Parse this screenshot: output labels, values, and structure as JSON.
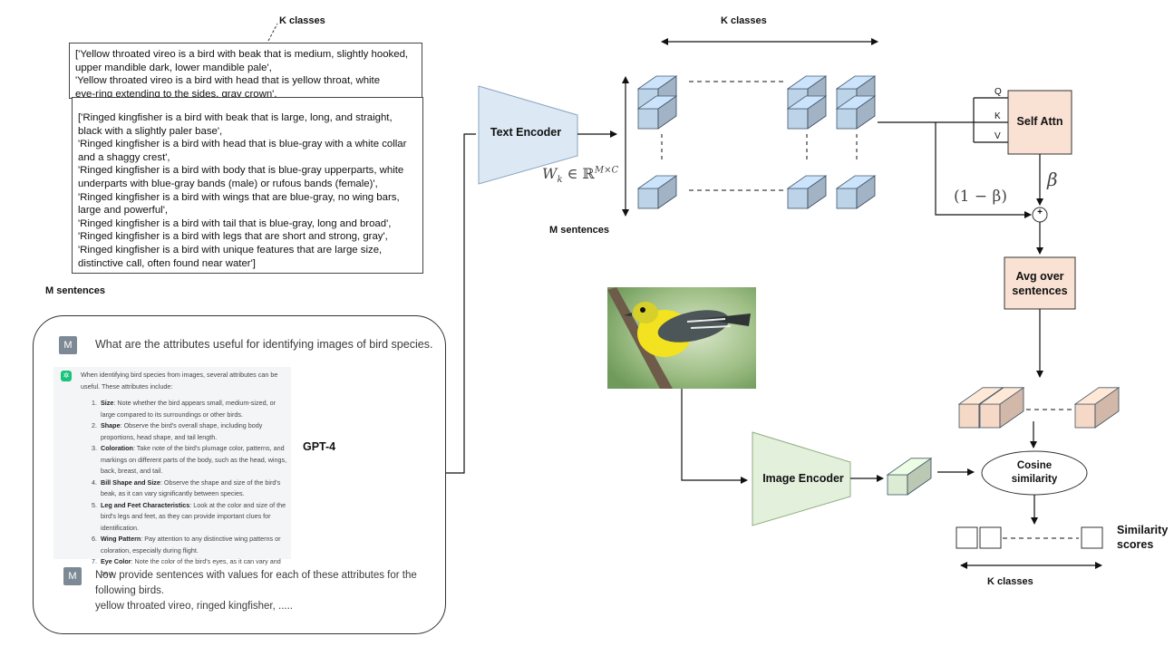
{
  "labels": {
    "k_classes_left": "K classes",
    "k_classes_top": "K classes",
    "k_classes_bottom": "K classes",
    "m_sentences_left": "M sentences",
    "m_sentences_mid": "M sentences",
    "gpt4": "GPT-4",
    "similarity_scores_1": "Similarity",
    "similarity_scores_2": "scores"
  },
  "vireo_box": {
    "lines": [
      "['Yellow throated vireo is a bird with beak that is medium, slightly hooked,",
      "upper mandible dark, lower mandible pale',",
      " 'Yellow throated vireo is a bird with head that is yellow throat, white",
      "eye-ring extending to the sides, gray crown',"
    ]
  },
  "kingfisher_box": {
    "lines": [
      "['Ringed kingfisher is a bird with beak that is large, long, and straight,",
      "black with a slightly paler base',",
      " 'Ringed kingfisher is a bird with head that is blue-gray with a white collar",
      "and a shaggy crest',",
      " 'Ringed kingfisher is a bird with body that is blue-gray upperparts, white",
      "underparts with blue-gray bands (male) or rufous bands (female)',",
      " 'Ringed kingfisher is a bird with wings that are blue-gray, no wing bars,",
      "large and powerful',",
      " 'Ringed kingfisher is a bird with tail that is blue-gray, long and broad',",
      " 'Ringed kingfisher is a bird with legs that are short and strong, gray',",
      " 'Ringed kingfisher is a bird with unique features that are large size,",
      "distinctive call, often found near water']"
    ]
  },
  "chat": {
    "avatar": "M",
    "question": "What are the attributes useful for identifying images of bird species.",
    "answer_intro": "When identifying bird species from images, several attributes can be useful. These attributes include:",
    "answer_items": [
      {
        "title": "Size",
        "text": ": Note whether the bird appears small, medium-sized, or large compared to its surroundings or other birds."
      },
      {
        "title": "Shape",
        "text": ": Observe the bird's overall shape, including body proportions, head shape, and tail length."
      },
      {
        "title": "Coloration",
        "text": ": Take note of the bird's plumage color, patterns, and markings on different parts of the body, such as the head, wings, back, breast, and tail."
      },
      {
        "title": "Bill Shape and Size",
        "text": ": Observe the shape and size of the bird's beak, as it can vary significantly between species."
      },
      {
        "title": "Leg and Feet Characteristics",
        "text": ": Look at the color and size of the bird's legs and feet, as they can provide important clues for identification."
      },
      {
        "title": "Wing Pattern",
        "text": ": Pay attention to any distinctive wing patterns or coloration, especially during flight."
      },
      {
        "title": "Eye Color",
        "text": ": Note the color of the bird's eyes, as it can vary and be a"
      }
    ],
    "followup_line1": "Now provide sentences with values for each of these attributes for the",
    "followup_line2": "following birds.",
    "followup_line3": "yellow throated vireo, ringed kingfisher, ....."
  },
  "blocks": {
    "text_encoder": "Text Encoder",
    "image_encoder": "Image Encoder",
    "self_attn": "Self Attn",
    "avg_line1": "Avg over",
    "avg_line2": "sentences",
    "cosine_line1": "Cosine",
    "cosine_line2": "similarity",
    "q": "Q",
    "k": "K",
    "v": "V",
    "beta": "β",
    "one_minus_beta": "(1 − β)",
    "plus": "+",
    "wk_formula": "W",
    "wk_sub": "k",
    "wk_in": " ∈ ℝ",
    "wk_sup": "M×C"
  },
  "colors": {
    "text_encoder_fill": "#dce9f5",
    "image_encoder_fill": "#e3f0dc",
    "self_attn_fill": "#f9e1d3",
    "cube_blue": "#bdd3e8",
    "cube_orange": "#f6d8c6",
    "cube_green": "#dcebd3"
  }
}
